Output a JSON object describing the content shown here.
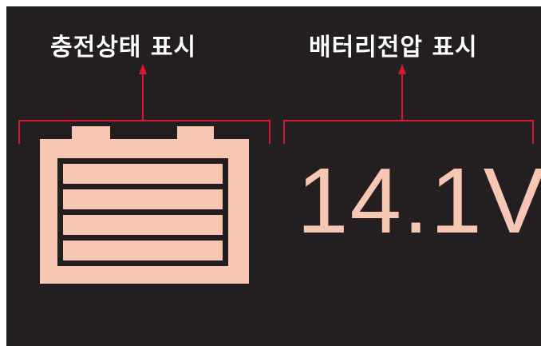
{
  "labels": {
    "charge_state": "충전상태 표시",
    "battery_voltage": "배터리전압 표시"
  },
  "voltage_reading": "14.1V",
  "battery": {
    "charge_bars_total": 4,
    "charge_bars_filled": 4
  },
  "colors": {
    "background": "#231f20",
    "accent": "#d7192e",
    "icon": "#f7c7b3",
    "text": "#ffffff"
  },
  "icons": {
    "battery": "battery-icon",
    "pointer_arrow": "arrow-up-icon"
  }
}
